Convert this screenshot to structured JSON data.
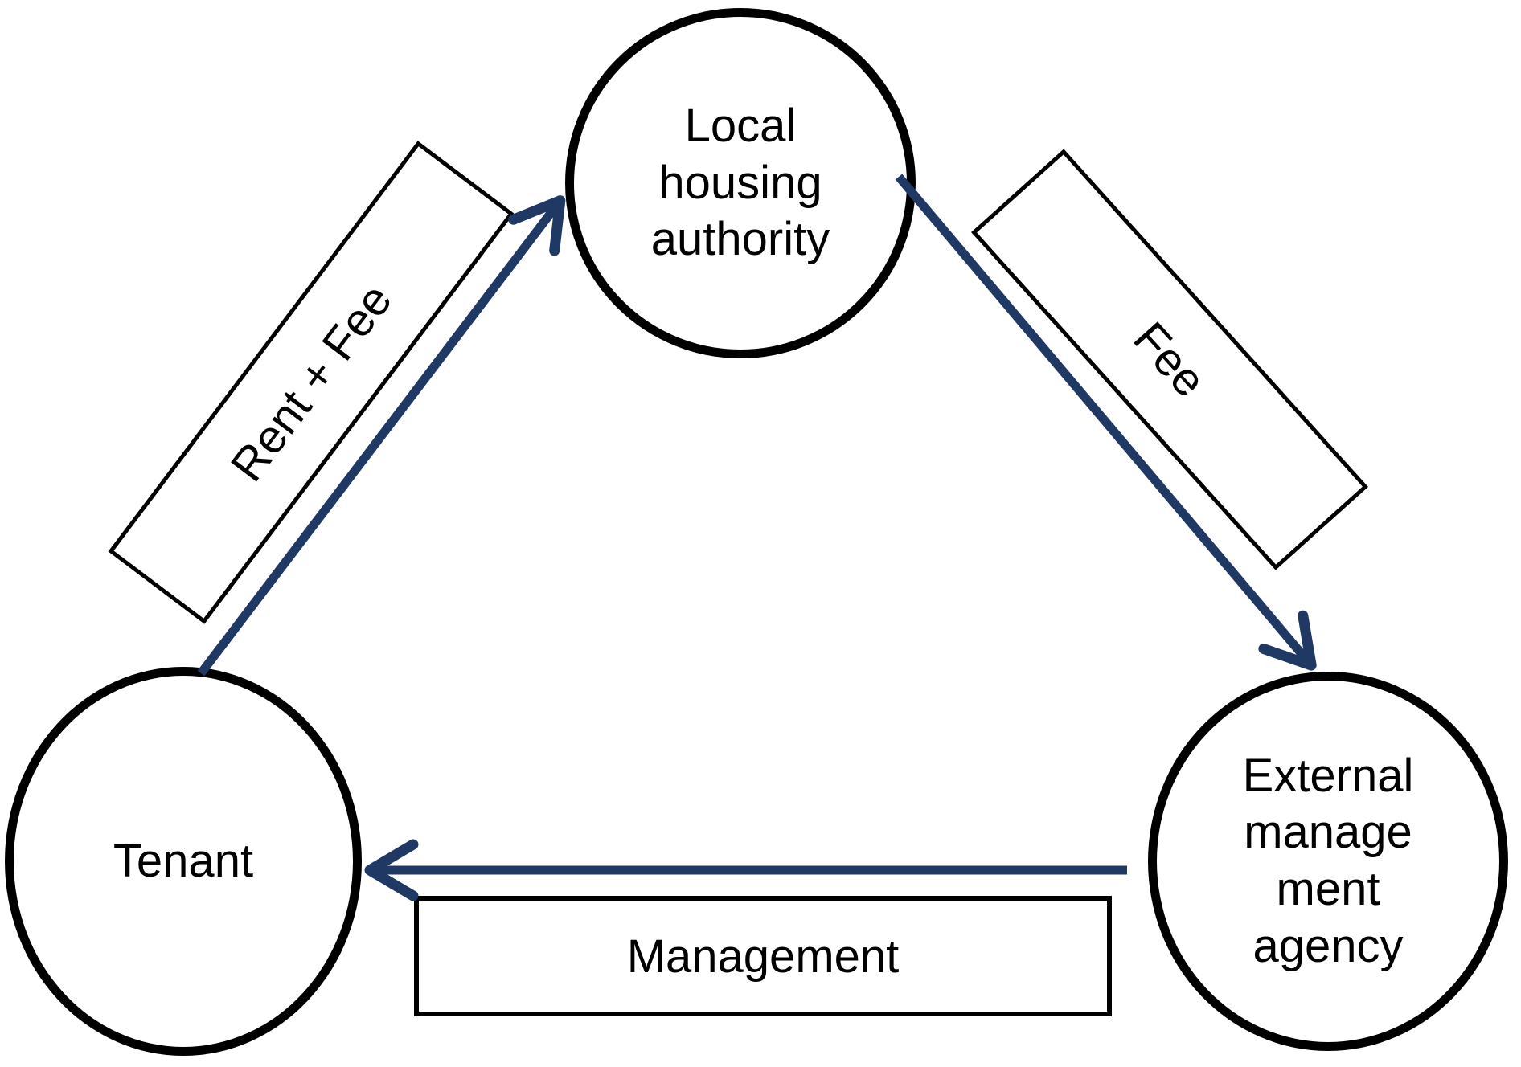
{
  "diagram": {
    "nodes": [
      {
        "id": "local-housing-authority",
        "label": "Local\nhousing\nauthority"
      },
      {
        "id": "tenant",
        "label": "Tenant"
      },
      {
        "id": "external-management-agency",
        "label": "External\nmanage\nment\nagency"
      }
    ],
    "edges": [
      {
        "id": "rent-fee",
        "label": "Rent + Fee",
        "from": "tenant",
        "to": "local-housing-authority"
      },
      {
        "id": "fee",
        "label": "Fee",
        "from": "local-housing-authority",
        "to": "external-management-agency"
      },
      {
        "id": "management",
        "label": "Management",
        "from": "external-management-agency",
        "to": "tenant"
      }
    ],
    "colors": {
      "arrow": "#1f3864",
      "node_stroke": "#000000",
      "background": "#ffffff"
    }
  }
}
